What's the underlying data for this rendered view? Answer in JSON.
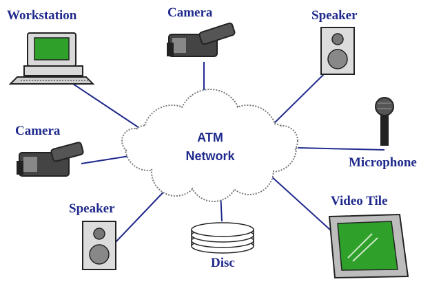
{
  "network": {
    "line1": "ATM",
    "line2": "Network"
  },
  "devices": {
    "workstation": "Workstation",
    "camera_top": "Camera",
    "speaker_top": "Speaker",
    "camera_left": "Camera",
    "microphone": "Microphone",
    "speaker_bottom": "Speaker",
    "disc": "Disc",
    "video_tile": "Video Tile"
  },
  "colors": {
    "label": "#1f2a8c",
    "link": "#1f2a8c",
    "screen": "#2fa12a"
  }
}
